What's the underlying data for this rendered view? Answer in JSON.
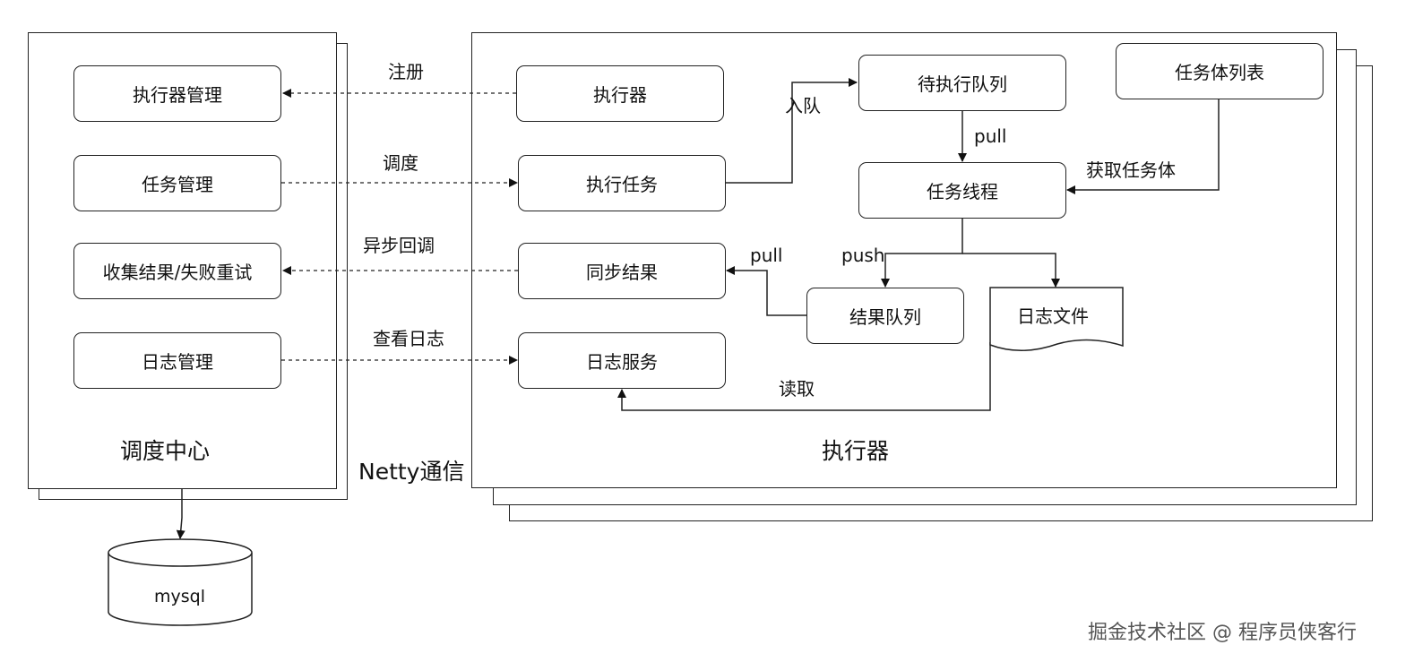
{
  "scheduler": {
    "title": "调度中心",
    "nodes": {
      "executor_mgmt": "执行器管理",
      "task_mgmt": "任务管理",
      "collect_retry": "收集结果/失败重试",
      "log_mgmt": "日志管理"
    }
  },
  "executor": {
    "title": "执行器",
    "nodes": {
      "executor": "执行器",
      "exec_task": "执行任务",
      "sync_result": "同步结果",
      "log_service": "日志服务",
      "pending_queue": "待执行队列",
      "task_body_list": "任务体列表",
      "task_thread": "任务线程",
      "result_queue": "结果队列",
      "log_file": "日志文件"
    }
  },
  "edge_labels": {
    "register": "注册",
    "schedule": "调度",
    "async_callback": "异步回调",
    "view_log": "查看日志",
    "enqueue": "入队",
    "pull_pending": "pull",
    "get_task_body": "获取任务体",
    "push": "push",
    "pull_result": "pull",
    "read": "读取"
  },
  "channel_label": "Netty通信",
  "database": "mysql",
  "watermark": "掘金技术社区 @ 程序员侠客行"
}
